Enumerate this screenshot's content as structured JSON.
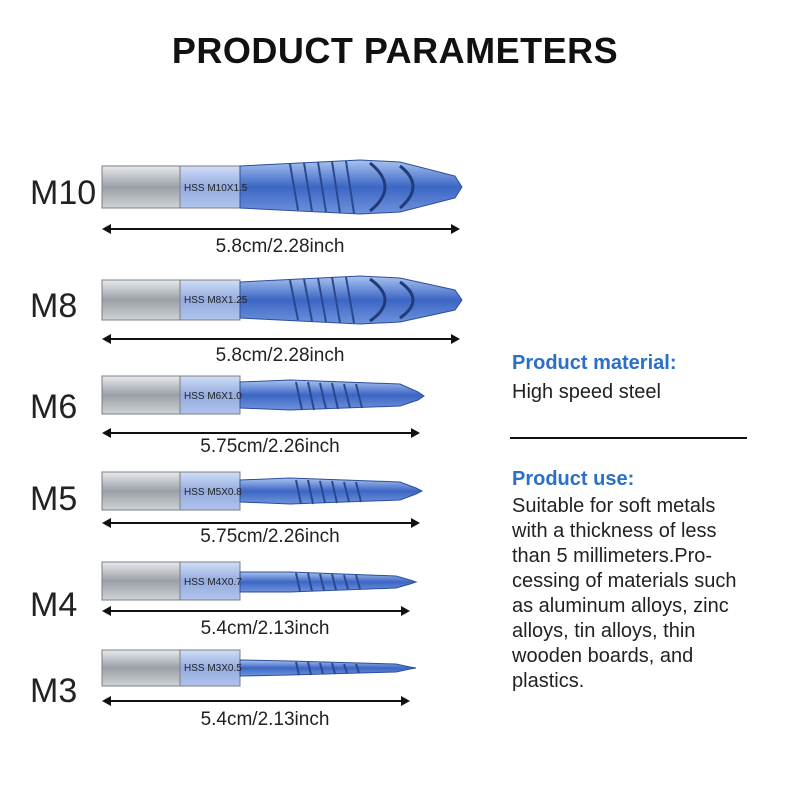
{
  "title": "PRODUCT PARAMETERS",
  "colors": {
    "blue_coating": "#3f6fd0",
    "blue_light": "#8fb2ee",
    "steel": "#b8bcc2",
    "heading_blue": "#2a6fc8"
  },
  "bits": [
    {
      "size": "M10",
      "spec": "HSS M10X1.5",
      "dimension": "5.8cm/2.28inch"
    },
    {
      "size": "M8",
      "spec": "HSS M8X1.25",
      "dimension": "5.8cm/2.28inch"
    },
    {
      "size": "M6",
      "spec": "HSS M6X1.0",
      "dimension": "5.75cm/2.26inch"
    },
    {
      "size": "M5",
      "spec": "HSS M5X0.8",
      "dimension": "5.75cm/2.26inch"
    },
    {
      "size": "M4",
      "spec": "HSS M4X0.7",
      "dimension": "5.4cm/2.13inch"
    },
    {
      "size": "M3",
      "spec": "HSS M3X0.5",
      "dimension": "5.4cm/2.13inch"
    }
  ],
  "material": {
    "heading": "Product material:",
    "text": "High speed steel"
  },
  "use": {
    "heading": "Product use:",
    "lines": [
      "Suitable for soft metals",
      "with a thickness of less",
      "than 5 millimeters.Pro-",
      "cessing of materials such",
      "as aluminum alloys, zinc",
      "alloys, tin alloys, thin",
      "wooden boards, and",
      "plastics."
    ]
  }
}
